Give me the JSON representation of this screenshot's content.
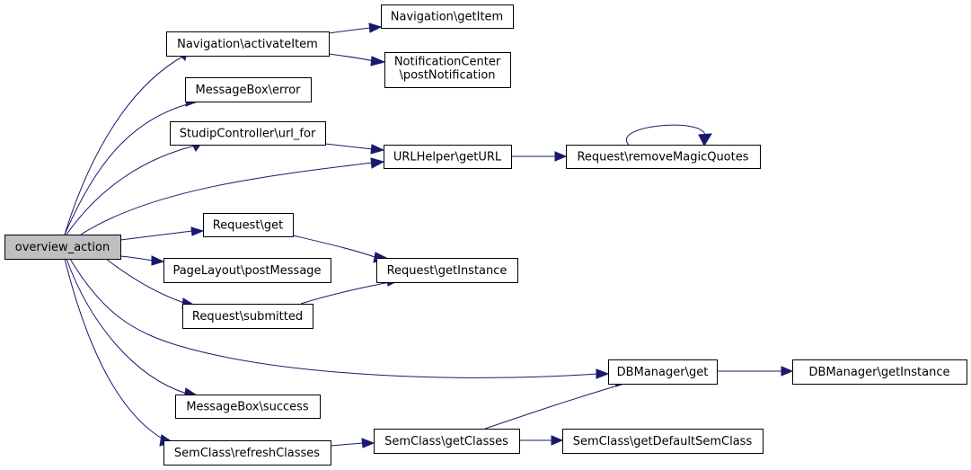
{
  "graph": {
    "edge_color": "#191970",
    "root_fill": "#bfbfbf",
    "nodes": [
      {
        "id": "root",
        "label": "overview_action",
        "root": true
      },
      {
        "id": "nav_activate",
        "label": "Navigation\\activateItem"
      },
      {
        "id": "nav_getitem",
        "label": "Navigation\\getItem"
      },
      {
        "id": "notif",
        "lines": [
          "NotificationCenter",
          "\\postNotification"
        ]
      },
      {
        "id": "mb_error",
        "label": "MessageBox\\error"
      },
      {
        "id": "studip_url",
        "label": "StudipController\\url_for"
      },
      {
        "id": "urlhelper",
        "label": "URLHelper\\getURL"
      },
      {
        "id": "req_rmq",
        "label": "Request\\removeMagicQuotes"
      },
      {
        "id": "req_get",
        "label": "Request\\get"
      },
      {
        "id": "pagelayout",
        "label": "PageLayout\\postMessage"
      },
      {
        "id": "req_inst",
        "label": "Request\\getInstance"
      },
      {
        "id": "req_sub",
        "label": "Request\\submitted"
      },
      {
        "id": "dbm_get",
        "label": "DBManager\\get"
      },
      {
        "id": "dbm_inst",
        "label": "DBManager\\getInstance"
      },
      {
        "id": "mb_success",
        "label": "MessageBox\\success"
      },
      {
        "id": "sem_refresh",
        "label": "SemClass\\refreshClasses"
      },
      {
        "id": "sem_getclasses",
        "label": "SemClass\\getClasses"
      },
      {
        "id": "sem_default",
        "label": "SemClass\\getDefaultSemClass"
      }
    ],
    "edges": [
      {
        "from": "root",
        "to": "nav_activate"
      },
      {
        "from": "root",
        "to": "mb_error"
      },
      {
        "from": "root",
        "to": "studip_url"
      },
      {
        "from": "root",
        "to": "urlhelper"
      },
      {
        "from": "root",
        "to": "req_get"
      },
      {
        "from": "root",
        "to": "pagelayout"
      },
      {
        "from": "root",
        "to": "req_sub"
      },
      {
        "from": "root",
        "to": "dbm_get"
      },
      {
        "from": "root",
        "to": "mb_success"
      },
      {
        "from": "root",
        "to": "sem_refresh"
      },
      {
        "from": "nav_activate",
        "to": "nav_getitem"
      },
      {
        "from": "nav_activate",
        "to": "notif"
      },
      {
        "from": "studip_url",
        "to": "urlhelper"
      },
      {
        "from": "urlhelper",
        "to": "req_rmq"
      },
      {
        "from": "req_rmq",
        "to": "req_rmq"
      },
      {
        "from": "req_get",
        "to": "req_inst"
      },
      {
        "from": "req_sub",
        "to": "req_inst"
      },
      {
        "from": "dbm_get",
        "to": "dbm_inst"
      },
      {
        "from": "sem_refresh",
        "to": "sem_getclasses"
      },
      {
        "from": "sem_getclasses",
        "to": "dbm_get"
      },
      {
        "from": "sem_getclasses",
        "to": "sem_default"
      }
    ]
  }
}
